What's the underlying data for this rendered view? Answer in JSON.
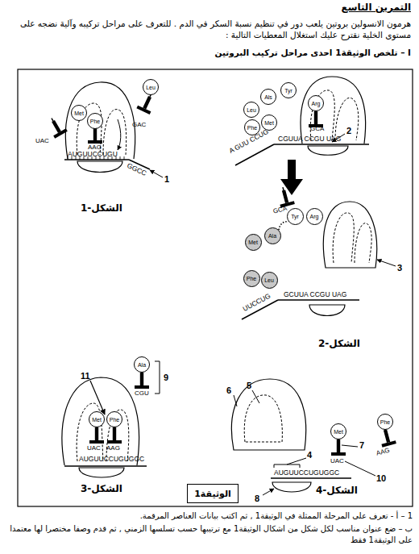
{
  "diagram": {
    "title": "التمرين التاسع",
    "nodes": [
      {
        "text": [
          "Met"
        ]
      },
      {
        "text": [
          "Phe"
        ]
      },
      {
        "text": [
          "Leu"
        ]
      },
      {
        "text": [
          "Leu"
        ]
      },
      {
        "text": [
          "Als"
        ]
      },
      {
        "text": [
          "Tyr"
        ]
      },
      {
        "text": [
          "Arg"
        ]
      },
      {
        "text": [
          "Phe"
        ]
      },
      {
        "text": [
          "Met"
        ]
      },
      {
        "text": [
          "Met"
        ]
      },
      {
        "text": [
          "Ala"
        ]
      },
      {
        "text": [
          "Tyr"
        ]
      },
      {
        "text": [
          "Arg"
        ]
      },
      {
        "text": [
          "Phe"
        ]
      },
      {
        "text": [
          "Leu"
        ]
      },
      {
        "text": [
          "Ala"
        ]
      },
      {
        "text": [
          "Met"
        ]
      },
      {
        "text": [
          "Phe"
        ]
      },
      {
        "text": [
          "Met"
        ]
      },
      {
        "text": [
          "Phe"
        ]
      },
      {
        "text": [
          "الوثيقة1"
        ]
      }
    ],
    "edges": [
      {
        "from": 10,
        "to": 11,
        "arrow": "none"
      }
    ],
    "labels": [
      "هرمون الانسولين بروتين يلعب دور في تنظيم نسبة السكر في الدم . للتعرف على مراحل تركيبه وآلية نضجه على مستوى الخلية نقترح عليك استغلال المعطيات التالية :",
      "I – تلخص الوثيقة1 احدى مراحل تركيب البروتين",
      "1 – أ - تعرف على المرحلة الممثلة في الوثيقة1 , ثم اكتب بيانات العناصر المرقمة.",
      "ب – ضع عنوان مناسب لكل شكل من اشكال الوثيقة1 مع ترتيبها حسب تسلسها الزمني , ثم قدم وصفا مختصرا لها معتمدا على الوثيقة1 فقط",
      "الشكل-1",
      "الشكل-2",
      "الشكل-3",
      "الشكل-4",
      "1",
      "UAC",
      "GAC",
      "AAG",
      "AUGUUCCUGU",
      "GGCC",
      "2",
      "GCA",
      "A GUU CCUG",
      "CGUUA CCGU UAG",
      "3",
      "GCA",
      "GCUUA CCGU UAG",
      "UUCCUG",
      "11",
      "9",
      "CGU",
      "UAC",
      "AAG",
      "AUGUUCCUGUGGC",
      "5",
      "6",
      "4",
      "7",
      "10",
      "8",
      "UAC",
      "AAG",
      "AUGUUCCUGUGGC"
    ]
  }
}
